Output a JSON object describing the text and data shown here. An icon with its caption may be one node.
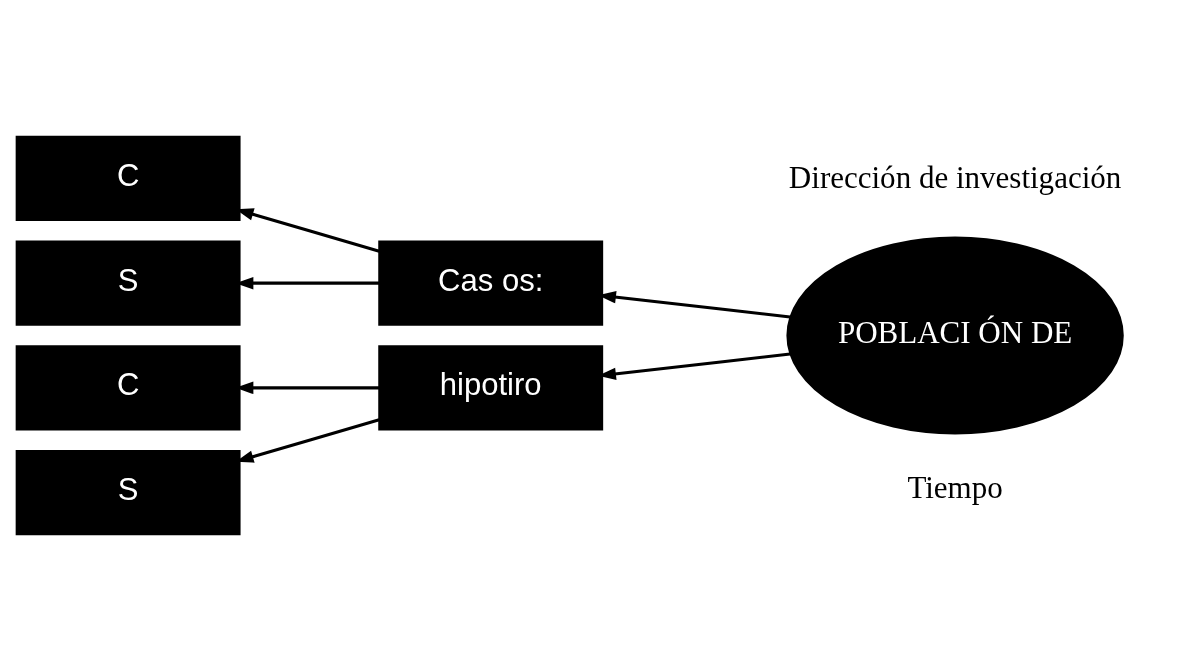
{
  "diagram": {
    "nodes": [
      {
        "text": [
          "C"
        ]
      },
      {
        "text": [
          "S"
        ]
      },
      {
        "text": [
          "C"
        ]
      },
      {
        "text": [
          "S"
        ]
      },
      {
        "text": [
          "Cas os:"
        ]
      },
      {
        "text": [
          "hipotiro"
        ]
      },
      {
        "text": [
          "POBLACI ÓN DE"
        ]
      }
    ],
    "edges": [
      {
        "from": 4,
        "to": 0,
        "arrow": "to"
      },
      {
        "from": 4,
        "to": 1,
        "arrow": "to"
      },
      {
        "from": 5,
        "to": 2,
        "arrow": "to"
      },
      {
        "from": 5,
        "to": 3,
        "arrow": "to"
      },
      {
        "from": 6,
        "to": 4,
        "arrow": "to"
      },
      {
        "from": 6,
        "to": 5,
        "arrow": "to"
      }
    ],
    "labels": [
      "Tiempo",
      "Dirección de investigación"
    ]
  }
}
